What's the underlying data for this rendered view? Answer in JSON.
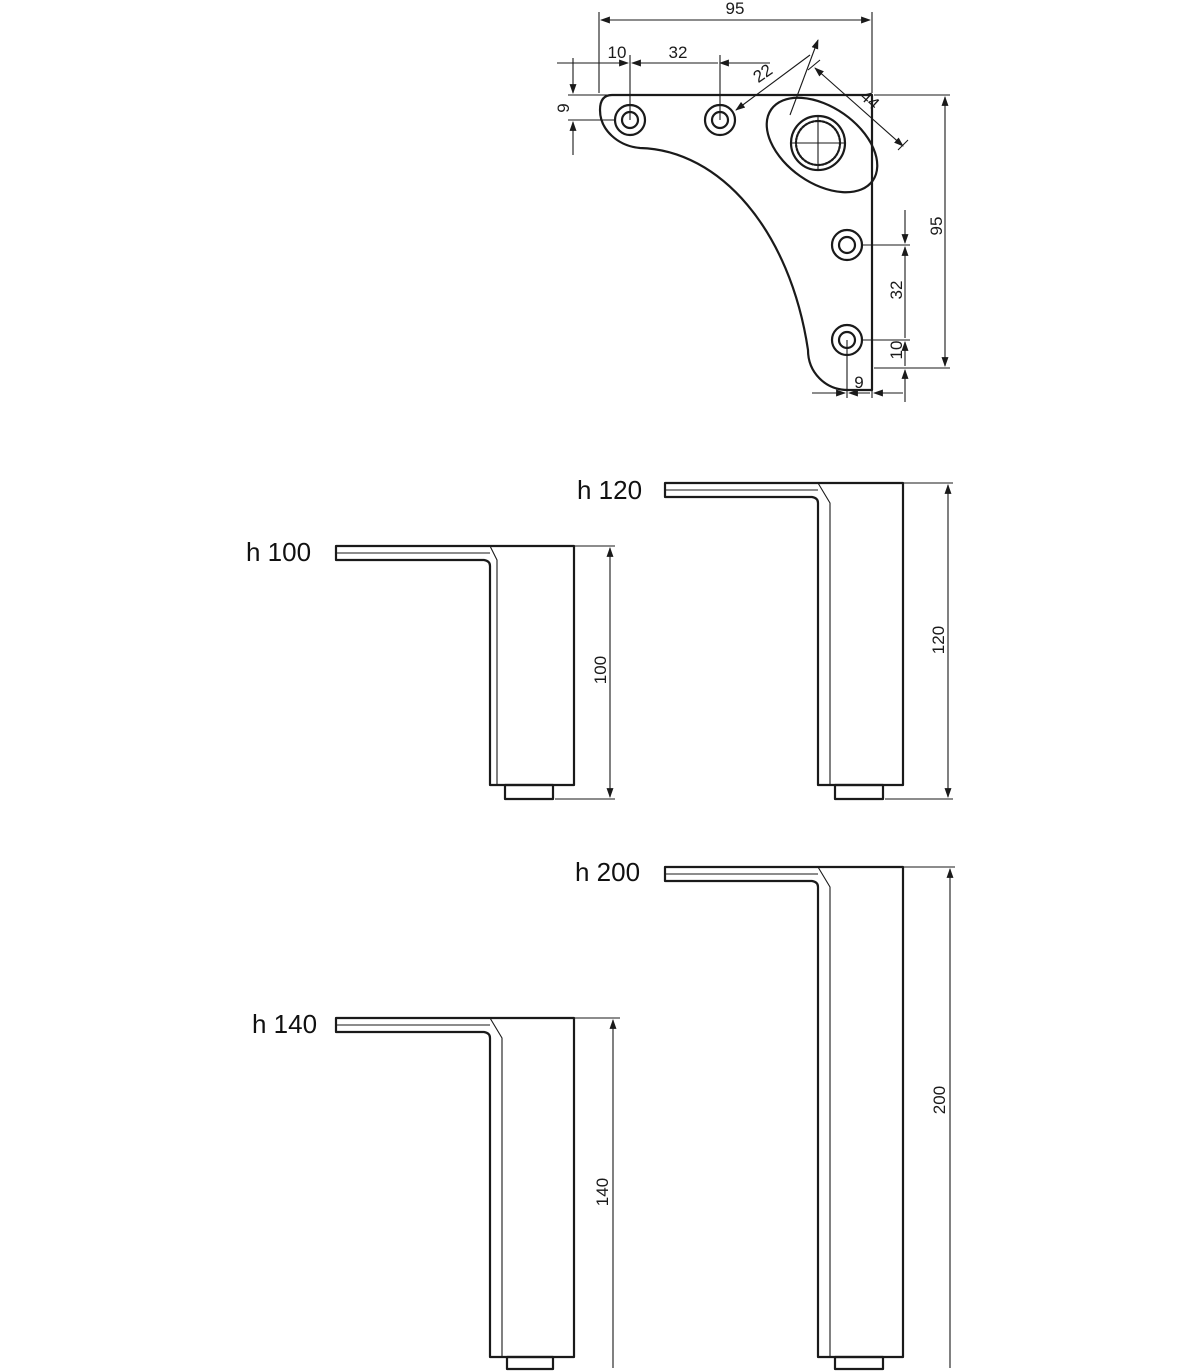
{
  "plate": {
    "dims": {
      "width_top": "95",
      "hole_offset_x": "10",
      "hole_spacing_x": "32",
      "socket_inner": "22",
      "socket_outer": "44",
      "hole_offset_y_top": "9",
      "height_right": "95",
      "hole_spacing_y": "32",
      "hole_offset_y_bottom": "10",
      "hole_offset_x_bottom": "9"
    }
  },
  "legs": [
    {
      "label": "h 100",
      "height_dim": "100"
    },
    {
      "label": "h 120",
      "height_dim": "120"
    },
    {
      "label": "h 140",
      "height_dim": "140"
    },
    {
      "label": "h 200",
      "height_dim": "200"
    }
  ]
}
